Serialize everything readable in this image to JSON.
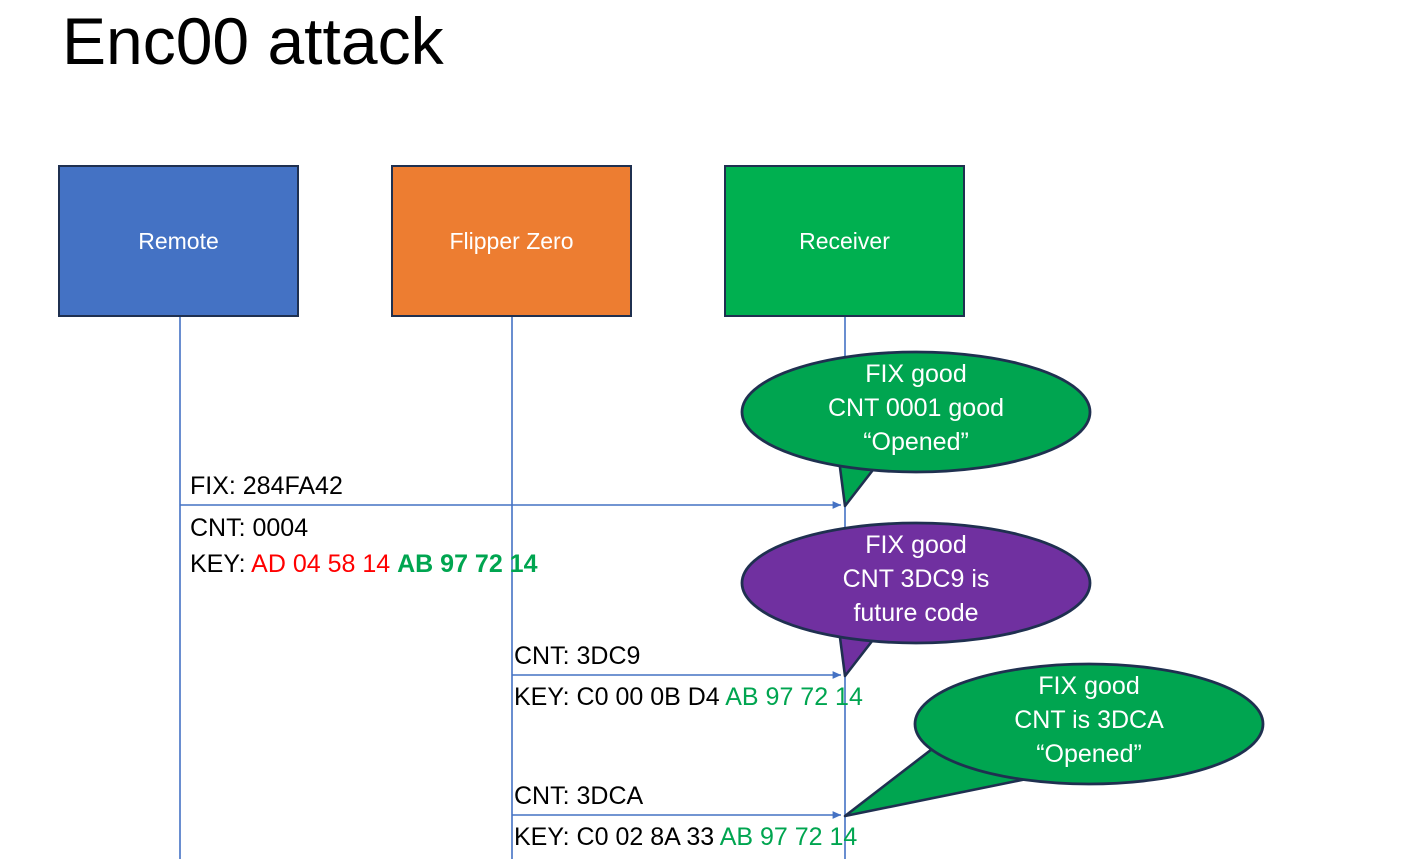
{
  "slide": {
    "title": "Enc00 attack"
  },
  "actors": [
    {
      "id": "remote",
      "label": "Remote",
      "color": "#4472C4"
    },
    {
      "id": "flipper",
      "label": "Flipper Zero",
      "color": "#ED7D31"
    },
    {
      "id": "receiver",
      "label": "Receiver",
      "color": "#00B050"
    }
  ],
  "messages": [
    {
      "id": "msg1",
      "from": "remote",
      "to": "receiver",
      "line1": "FIX: 284FA42",
      "line2": "CNT: 0004",
      "line3_label": "KEY: ",
      "line3_part_red": "AD 04 58 14 ",
      "line3_part_green": "AB 97 72 14"
    },
    {
      "id": "msg2",
      "from": "flipper",
      "to": "receiver",
      "line1": "CNT: 3DC9",
      "line2_label": "KEY: C0 00 0B D4 ",
      "line2_part_green": "AB 97 72 14"
    },
    {
      "id": "msg3",
      "from": "flipper",
      "to": "receiver",
      "line1": "CNT: 3DCA",
      "line2_label": "KEY: C0 02 8A 33 ",
      "line2_part_green": "AB 97 72 14"
    }
  ],
  "callouts": [
    {
      "id": "callout1",
      "color": "#00A550",
      "line1": "FIX good",
      "line2": "CNT 0001 good",
      "line3": "“Opened”"
    },
    {
      "id": "callout2",
      "color": "#7030A0",
      "line1": "FIX good",
      "line2": "CNT 3DC9 is",
      "line3": "future code"
    },
    {
      "id": "callout3",
      "color": "#00A550",
      "line1": "FIX good",
      "line2": "CNT is 3DCA",
      "line3": "“Opened”"
    }
  ],
  "colors": {
    "remote_blue": "#4472C4",
    "flipper_orange": "#ED7D31",
    "receiver_green": "#00B050",
    "callout_green": "#00A550",
    "callout_purple": "#7030A0",
    "lifeline_blue": "#4472C4",
    "key_red": "#FF0000",
    "key_green": "#00A550",
    "outline_navy": "#1f3050"
  }
}
